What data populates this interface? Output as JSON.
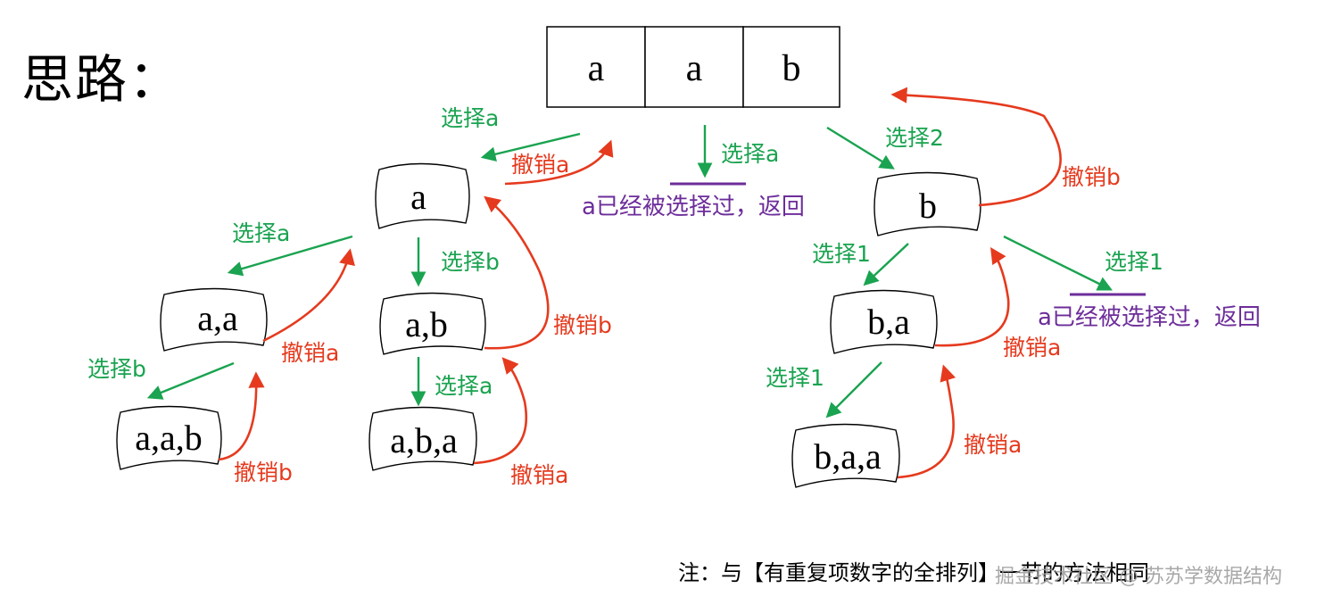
{
  "title": "思路：",
  "array": {
    "cells": [
      "a",
      "a",
      "b"
    ]
  },
  "nodes": {
    "a": "a",
    "aa": "a,a",
    "ab": "a,b",
    "aab": "a,a,b",
    "aba": "a,b,a",
    "b": "b",
    "ba": "b,a",
    "baa": "b,a,a"
  },
  "labels": {
    "select_a_top": "选择a",
    "undo_a_top": "撤销a",
    "select_a_mid": "选择a",
    "visited_mid": "a已经被选择过，返回",
    "select_2": "选择2",
    "undo_b_top": "撤销b",
    "select_a_left": "选择a",
    "select_b_mid": "选择b",
    "undo_b_mid": "撤销b",
    "undo_a_left": "撤销a",
    "select_b_left": "选择b",
    "undo_b_left": "撤销b",
    "select_a_bottom": "选择a",
    "undo_a_bottom": "撤销a",
    "select_1_b": "选择1",
    "select_1_right": "选择1",
    "visited_right": "a已经被选择过，返回",
    "undo_a_right": "撤销a",
    "select_1_ba": "选择1",
    "undo_a_right_bottom": "撤销a"
  },
  "note": "注：与【有重复项数字的全排列】一节的方法相同",
  "watermark": "掘金技术社区 @ 苏苏学数据结构",
  "colors": {
    "select": "#1aa350",
    "undo": "#e53a1e",
    "visited": "#6d2d9a"
  }
}
